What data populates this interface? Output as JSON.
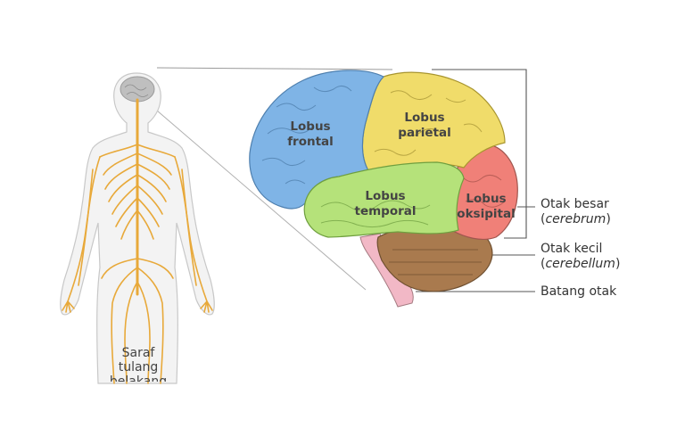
{
  "lobes": {
    "frontal": [
      "Lobus",
      "frontal"
    ],
    "parietal": [
      "Lobus",
      "parietal"
    ],
    "temporal": [
      "Lobus",
      "temporal"
    ],
    "oksipital": [
      "Lobus",
      "oksipital"
    ]
  },
  "labels": {
    "cerebrum": {
      "name": "Otak besar",
      "latin": "cerebrum"
    },
    "cerebellum": {
      "name": "Otak kecil",
      "latin": "cerebellum"
    },
    "brainstem": {
      "name": "Batang otak"
    }
  },
  "spine_label": [
    "Saraf",
    "tulang",
    "belakang"
  ],
  "colors": {
    "frontal": "#7fb4e6",
    "parietal": "#f0dc6a",
    "temporal": "#b5e27a",
    "oksipital": "#f08078",
    "cerebellum": "#a97a4e",
    "brainstem": "#f2b8c6",
    "nerves": "#e8a93a"
  }
}
